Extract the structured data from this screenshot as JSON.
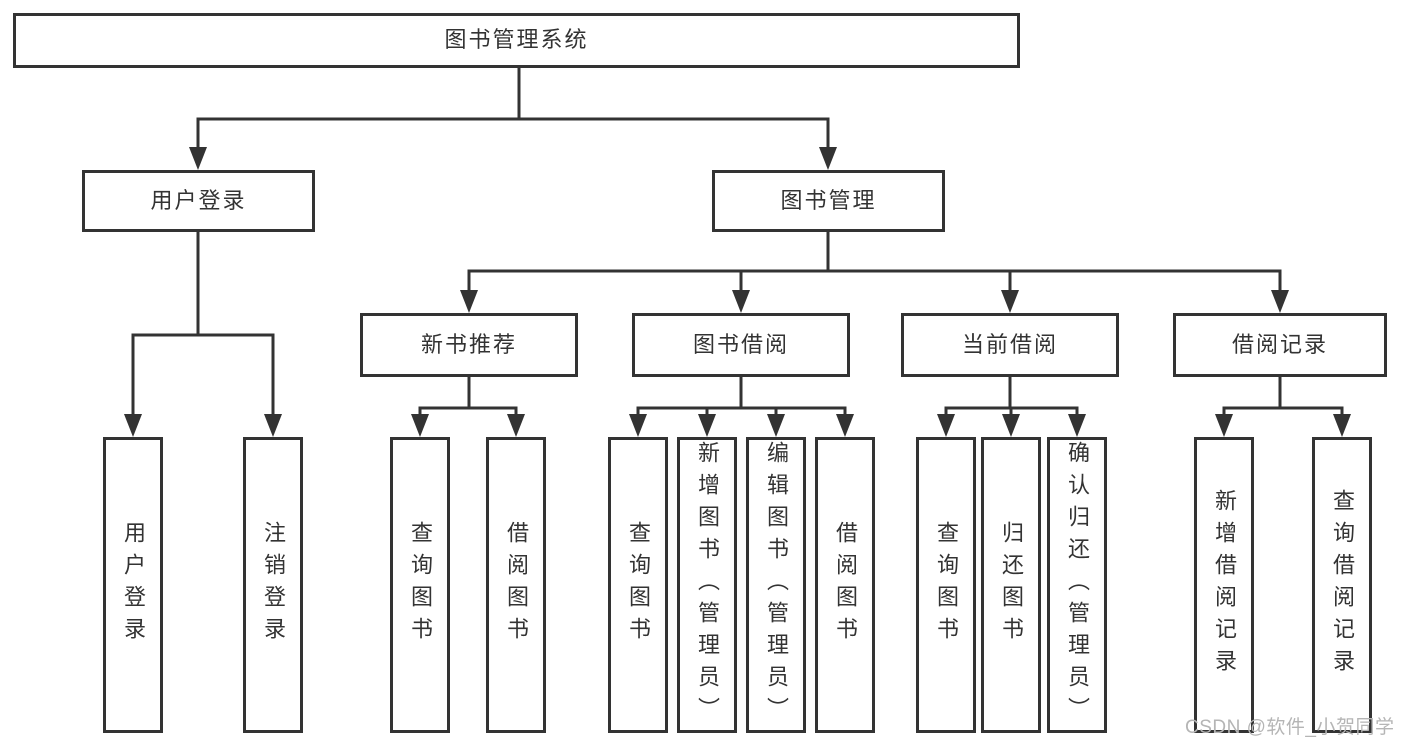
{
  "title": {
    "label": "图书管理系统"
  },
  "branches": {
    "user_login": {
      "label": "用户登录",
      "children": [
        "用户登录",
        "注销登录"
      ]
    },
    "book_management": {
      "label": "图书管理",
      "sections": {
        "new_book_recommend": {
          "label": "新书推荐",
          "children": [
            "查询图书",
            "借阅图书"
          ]
        },
        "book_borrow": {
          "label": "图书借阅",
          "children": [
            "查询图书",
            "新增图书（管理员）",
            "编辑图书（管理员）",
            "借阅图书"
          ]
        },
        "current_borrow": {
          "label": "当前借阅",
          "children": [
            "查询图书",
            "归还图书",
            "确认归还（管理员）"
          ]
        },
        "borrow_records": {
          "label": "借阅记录",
          "children": [
            "新增借阅记录",
            "查询借阅记录"
          ]
        }
      }
    }
  },
  "watermark": {
    "text": "CSDN @软件_小贺同学"
  },
  "colors": {
    "line": "#333333",
    "text": "#333333",
    "background": "#ffffff",
    "watermark": "#b5b5b5"
  }
}
